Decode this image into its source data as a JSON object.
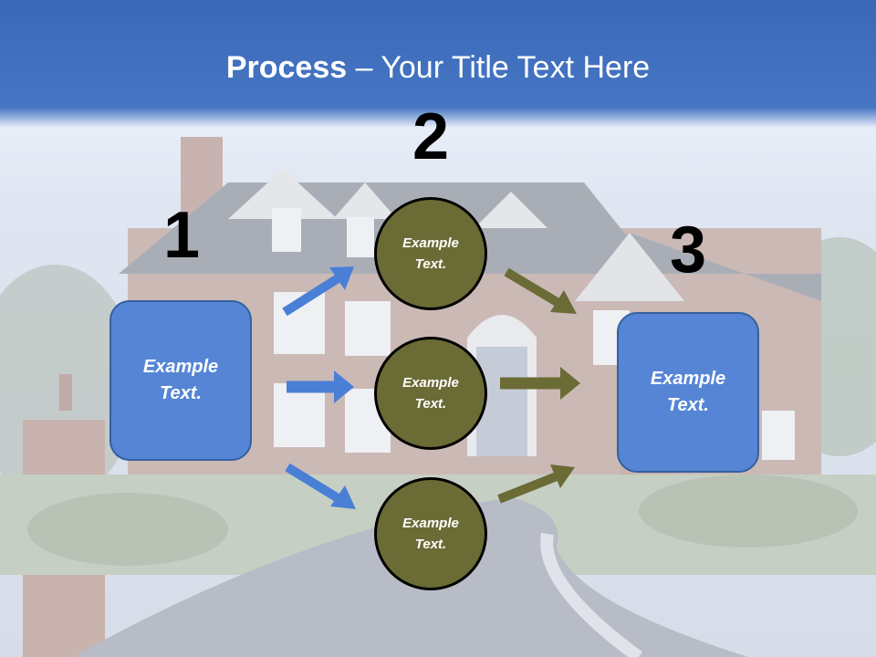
{
  "slide": {
    "title_bold": "Process",
    "title_rest": " – Your Title Text Here",
    "steps": {
      "one": "1",
      "two": "2",
      "three": "3"
    },
    "left_box": "Example Text.",
    "right_box": "Example Text.",
    "circles": [
      "Example Text.",
      "Example Text.",
      "Example Text."
    ]
  },
  "colors": {
    "box_fill": "#5585d4",
    "circle_fill": "#6b6b36",
    "blue_arrow": "#4a7fd6",
    "olive_arrow": "#6b6b36"
  }
}
